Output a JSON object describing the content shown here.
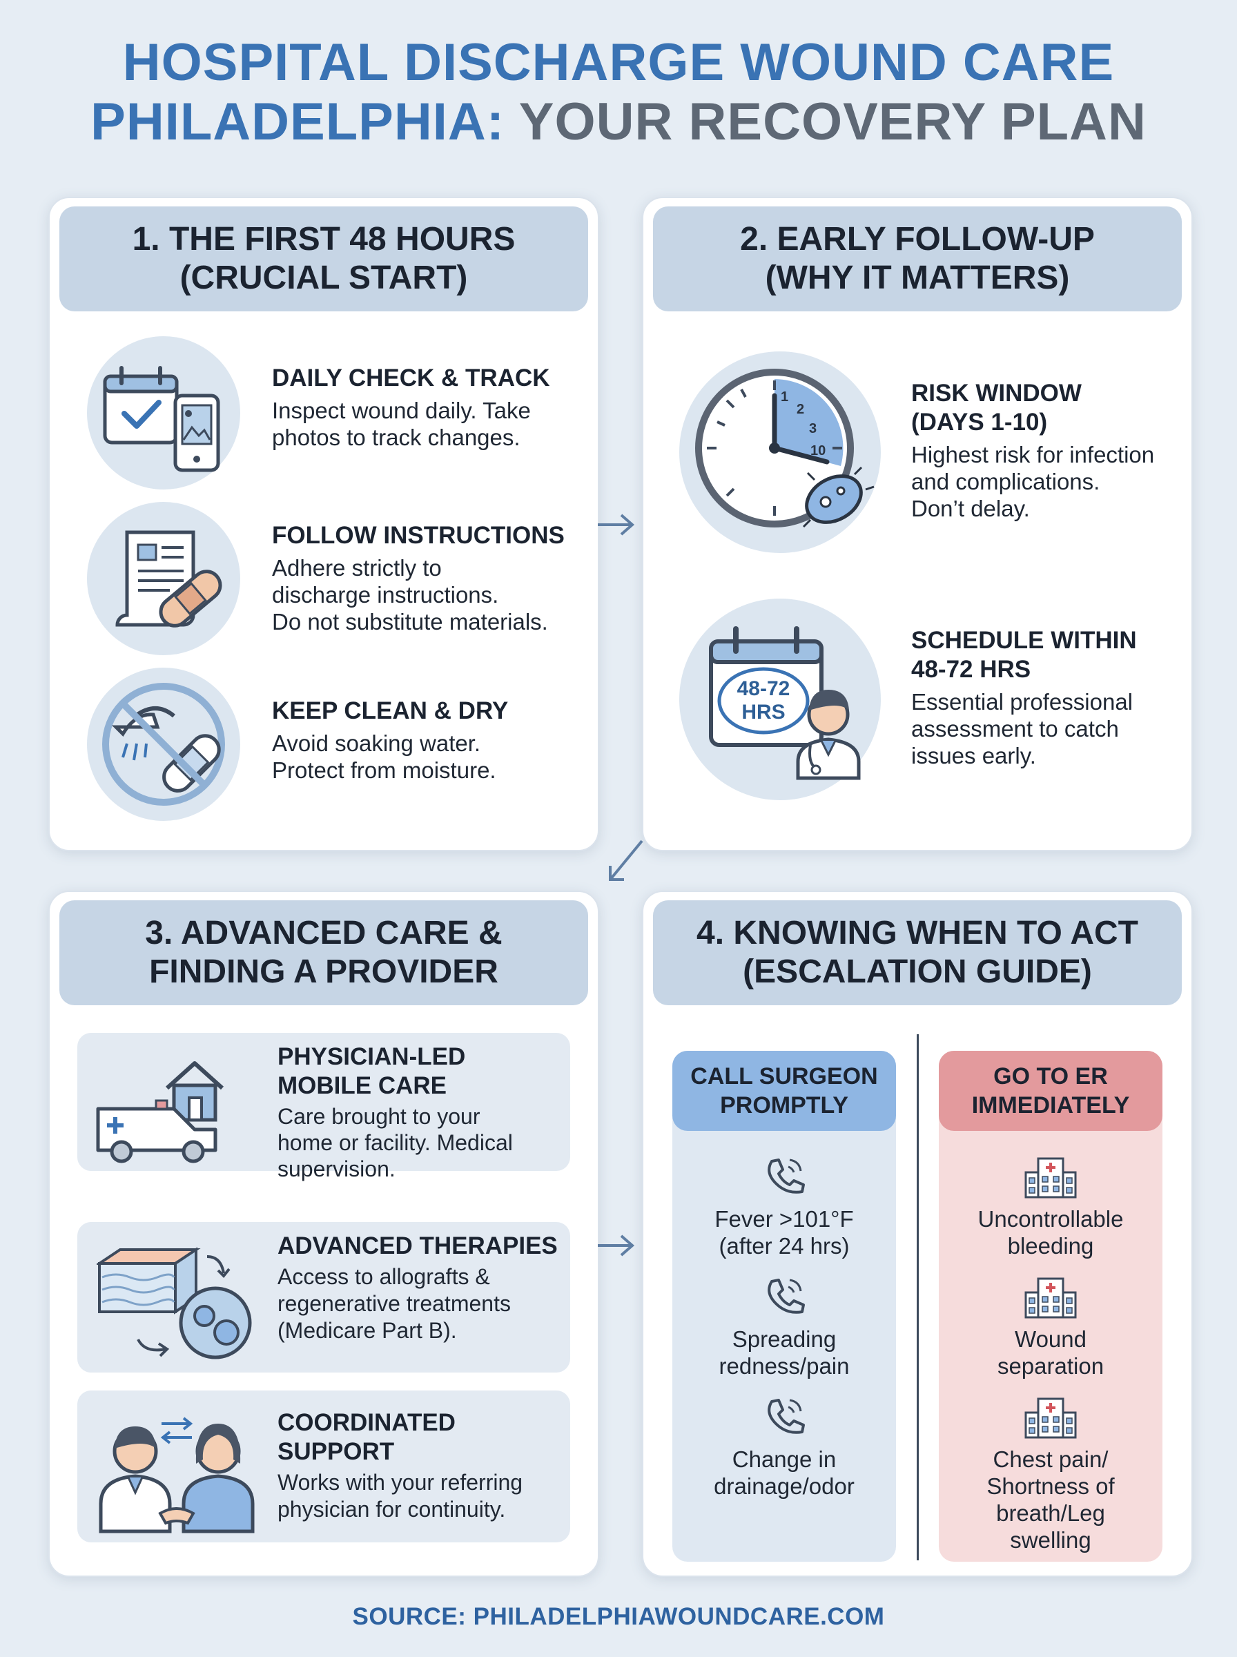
{
  "title": {
    "line1": "HOSPITAL DISCHARGE WOUND CARE",
    "line2_blue": "PHILADELPHIA:",
    "line2_gray": "YOUR RECOVERY PLAN"
  },
  "section1": {
    "heading_line1": "1. THE FIRST 48 HOURS",
    "heading_line2": "(CRUCIAL START)",
    "items": [
      {
        "icon": "calendar-phone-icon",
        "title": "DAILY CHECK & TRACK",
        "desc": [
          "Inspect wound daily. Take",
          "photos to track changes."
        ]
      },
      {
        "icon": "instructions-bandage-icon",
        "title": "FOLLOW INSTRUCTIONS",
        "desc": [
          "Adhere strictly to",
          "discharge instructions.",
          "Do not substitute materials."
        ]
      },
      {
        "icon": "no-shower-icon",
        "title": "KEEP CLEAN & DRY",
        "desc": [
          "Avoid soaking water.",
          "Protect from moisture."
        ]
      }
    ]
  },
  "section2": {
    "heading_line1": "2. EARLY FOLLOW-UP",
    "heading_line2": "(WHY IT MATTERS)",
    "items": [
      {
        "icon": "clock-bacteria-icon",
        "title": [
          "RISK WINDOW",
          "(DAYS 1-10)"
        ],
        "desc": [
          "Highest risk for infection",
          "and complications.",
          "Don’t delay."
        ]
      },
      {
        "icon": "calendar-doctor-icon",
        "title": [
          "SCHEDULE WITHIN",
          "48-72 HRS"
        ],
        "desc": [
          "Essential professional",
          "assessment to catch",
          "issues early."
        ]
      }
    ],
    "clock_numbers": [
      "1",
      "2",
      "3",
      "10"
    ],
    "calendar_label": [
      "48-72",
      "HRS"
    ]
  },
  "section3": {
    "heading_line1": "3. ADVANCED CARE &",
    "heading_line2": "FINDING A PROVIDER",
    "items": [
      {
        "icon": "ambulance-home-icon",
        "title": [
          "PHYSICIAN-LED",
          "MOBILE CARE"
        ],
        "desc": [
          "Care brought to your",
          "home or facility. Medical",
          "supervision."
        ]
      },
      {
        "icon": "tissue-cells-icon",
        "title": [
          "ADVANCED THERAPIES"
        ],
        "desc": [
          "Access to allografts &",
          "regenerative treatments",
          "(Medicare Part B)."
        ]
      },
      {
        "icon": "doctor-handshake-icon",
        "title": [
          "COORDINATED",
          "SUPPORT"
        ],
        "desc": [
          "Works with your referring",
          "physician for continuity."
        ]
      }
    ]
  },
  "section4": {
    "heading_line1": "4. KNOWING WHEN TO ACT",
    "heading_line2": "(ESCALATION GUIDE)",
    "surgeon": {
      "heading": [
        "CALL SURGEON",
        "PROMPTLY"
      ],
      "entries": [
        [
          "Fever >101°F",
          "(after 24 hrs)"
        ],
        [
          "Spreading",
          "redness/pain"
        ],
        [
          "Change in",
          "drainage/odor"
        ]
      ]
    },
    "er": {
      "heading": [
        "GO TO ER",
        "IMMEDIATELY"
      ],
      "entries": [
        [
          "Uncontrollable",
          "bleeding"
        ],
        [
          "Wound",
          "separation"
        ],
        [
          "Chest pain/",
          "Shortness of",
          "breath/Leg",
          "swelling"
        ]
      ]
    }
  },
  "source": "SOURCE: PHILADELPHIAWOUNDCARE.COM",
  "colors": {
    "accent_blue": "#3a73b4",
    "title_gray": "#5e6875",
    "header_bg": "#c6d5e5",
    "surgeon_head": "#8fb6e3",
    "er_head": "#e39a9d",
    "er_bg": "#f6dcdc"
  }
}
